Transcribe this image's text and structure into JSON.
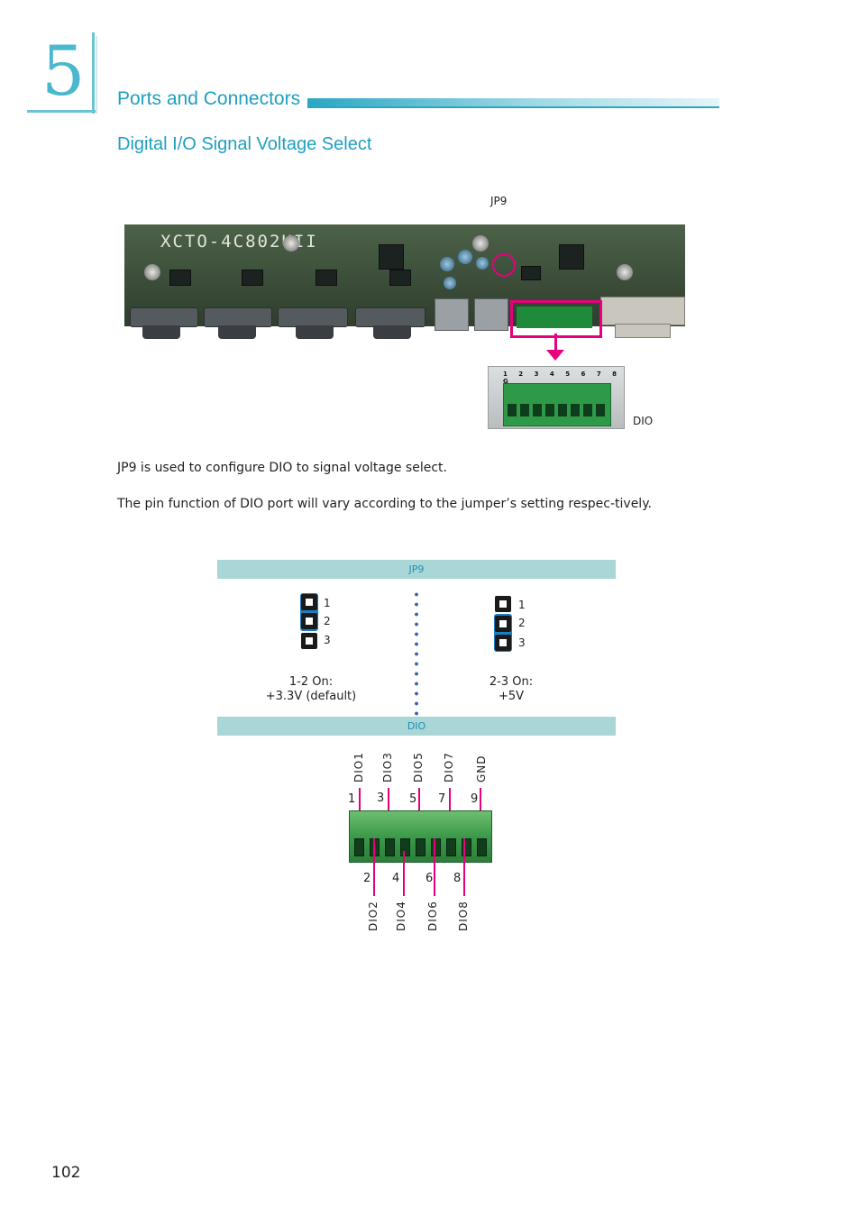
{
  "header": {
    "chapter_number": "5",
    "section_title": "Ports and Connectors",
    "subsection_title": "Digital I/O Signal Voltage Select"
  },
  "board_photo": {
    "board_marking": "XCTO-4C802UII",
    "jp9_label": "JP9",
    "dio_label": "DIO",
    "connector_pin_labels": "1 2 3 4 5 6 7 8 G"
  },
  "body": {
    "para1": "JP9 is used to configure DIO to signal voltage select.",
    "para2": "The pin function of DIO port will vary according to the jumper’s setting respec-tively."
  },
  "jumper_diagram": {
    "top_band": "JP9",
    "bottom_band": "DIO",
    "settings": [
      {
        "pins": [
          "1",
          "2",
          "3"
        ],
        "caption_line1": "1-2 On:",
        "caption_line2": "+3.3V (default)"
      },
      {
        "pins": [
          "1",
          "2",
          "3"
        ],
        "caption_line1": "2-3 On:",
        "caption_line2": "+5V"
      }
    ]
  },
  "dio_pinout": {
    "top_pins": [
      {
        "num": "1",
        "signal": "DIO1"
      },
      {
        "num": "3",
        "signal": "DIO3"
      },
      {
        "num": "5",
        "signal": "DIO5"
      },
      {
        "num": "7",
        "signal": "DIO7"
      },
      {
        "num": "9",
        "signal": "GND"
      }
    ],
    "bottom_pins": [
      {
        "num": "2",
        "signal": "DIO2"
      },
      {
        "num": "4",
        "signal": "DIO4"
      },
      {
        "num": "6",
        "signal": "DIO6"
      },
      {
        "num": "8",
        "signal": "DIO8"
      }
    ]
  },
  "footer": {
    "page_number": "102"
  },
  "colors": {
    "accent": "#1f9fc0",
    "highlight": "#e6007e",
    "jumper_cap": "#1b7fc3",
    "band": "#a9d6d6"
  }
}
